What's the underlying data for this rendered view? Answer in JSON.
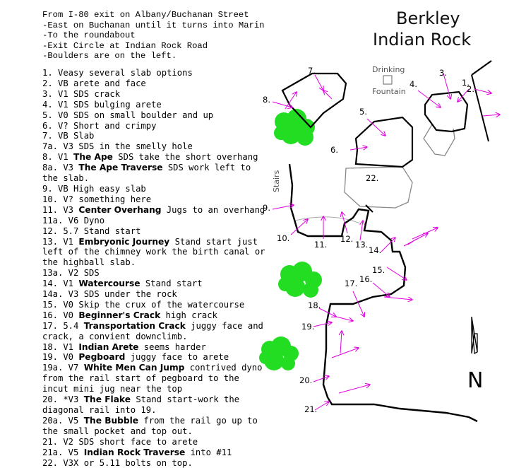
{
  "title": {
    "line1": "Berkley",
    "line2": "Indian Rock"
  },
  "directions": [
    "From I-80 exit on Albany/Buchanan Street",
    "-East on Buchanan until it turns into Marin",
    "-To the roundabout",
    "-Exit Circle at Indian Rock Road",
    "-Boulders are on the left."
  ],
  "routes": [
    {
      "text": "1.  Veasy several slab options"
    },
    {
      "text": "2.  VB arete and face"
    },
    {
      "text": "3.  V1 SDS crack"
    },
    {
      "text": "4.  V1 SDS bulging arete"
    },
    {
      "text": "5.  V0 SDS on small boulder and up"
    },
    {
      "text": "6.  V? Short and crimpy"
    },
    {
      "text": "7.  VB Slab"
    },
    {
      "text": "7a. V3 SDS in the smelly hole"
    },
    {
      "text": "8.  V1 ",
      "bold": "The Ape",
      "rest": " SDS take the short overhang"
    },
    {
      "text": "8a. V3 ",
      "bold": "The Ape Traverse",
      "rest": " SDS work left to the slab."
    },
    {
      "text": "9.  VB High easy slab"
    },
    {
      "text": "10. V? something here"
    },
    {
      "text": "11. V3 ",
      "bold": "Center Overhang",
      "rest": " Jugs to an overhang"
    },
    {
      "text": "11a. V6 Dyno"
    },
    {
      "text": "12. 5.7 Stand start"
    },
    {
      "text": "13. V1 ",
      "bold": "Embryonic Journey",
      "rest": " Stand start just left of the chimney work the birth canal or the highball slab."
    },
    {
      "text": "13a. V2 SDS"
    },
    {
      "text": "14. V1 ",
      "bold": "Watercourse",
      "rest": " Stand start"
    },
    {
      "text": "14a. V3 SDS under the rock"
    },
    {
      "text": "15. V0 Skip the crux of the watercourse"
    },
    {
      "text": "16. V0 ",
      "bold": "Beginner's Crack",
      "rest": " high crack"
    },
    {
      "text": "17. 5.4 ",
      "bold": "Transportation Crack",
      "rest": " juggy face and crack, a convient downclimb."
    },
    {
      "text": "18. V1 ",
      "bold": "Indian Arete",
      "rest": " seems harder"
    },
    {
      "text": "19. V0 ",
      "bold": "Pegboard",
      "rest": " juggy face to arete"
    },
    {
      "text": "19a. V7 ",
      "bold": "White Men Can Jump",
      "rest": " contrived dyno from the rail start of pegboard to the incut mini jug near the top"
    },
    {
      "text": "20. *V3 ",
      "bold": "The Flake",
      "rest": " Stand start-work the diagonal rail into 19."
    },
    {
      "text": "20a. V5 ",
      "bold": "The Bubble",
      "rest": " from the rail go up to the small pocket and top out."
    },
    {
      "text": "21. V2 SDS short face to arete"
    },
    {
      "text": "21a. V5 ",
      "bold": "Indian Rock Traverse",
      "rest": " into #11"
    },
    {
      "text": "22. V3X or 5.11 bolts on top."
    }
  ],
  "map": {
    "labels": {
      "n1": "1.",
      "n2": "2.",
      "n3": "3.",
      "n4": "4.",
      "n5": "5.",
      "n6": "6.",
      "n7": "7.",
      "n8": "8.",
      "n9": "9.",
      "n10": "10.",
      "n11": "11.",
      "n12": "12.",
      "n13": "13.",
      "n14": "14.",
      "n15": "15.",
      "n16": "16.",
      "n17": "17.",
      "n18": "18.",
      "n19": "19.",
      "n20": "20.",
      "n21": "21.",
      "n22": "22."
    },
    "drinking": "Drinking",
    "fountain": "Fountain",
    "stairs": "Stairs",
    "north": "N",
    "colors": {
      "arrow": "#e000e0",
      "tree": "#22dd22",
      "outline": "#000000",
      "gray": "#888888"
    }
  }
}
